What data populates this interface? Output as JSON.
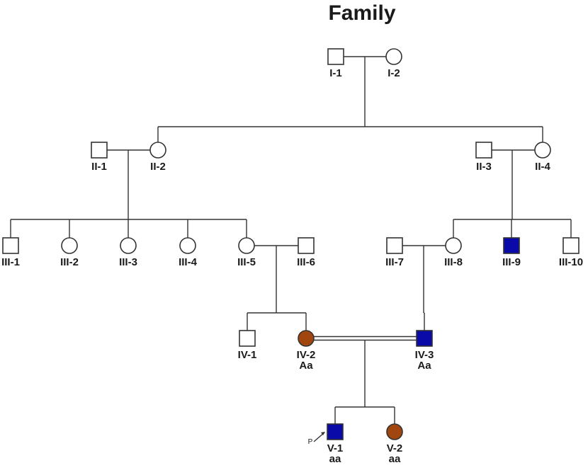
{
  "title": "Family",
  "colors": {
    "unaffected": "#ffffff",
    "affected_male": "#0a0aa8",
    "affected_female": "#a0460e",
    "line": "#333333"
  },
  "proband_marker": "P",
  "individuals": [
    {
      "id": "I-1",
      "sex": "male",
      "status": "unaffected"
    },
    {
      "id": "I-2",
      "sex": "female",
      "status": "unaffected"
    },
    {
      "id": "II-1",
      "sex": "male",
      "status": "unaffected"
    },
    {
      "id": "II-2",
      "sex": "female",
      "status": "unaffected"
    },
    {
      "id": "II-3",
      "sex": "male",
      "status": "unaffected"
    },
    {
      "id": "II-4",
      "sex": "female",
      "status": "unaffected"
    },
    {
      "id": "III-1",
      "sex": "male",
      "status": "unaffected"
    },
    {
      "id": "III-2",
      "sex": "female",
      "status": "unaffected"
    },
    {
      "id": "III-3",
      "sex": "female",
      "status": "unaffected"
    },
    {
      "id": "III-4",
      "sex": "female",
      "status": "unaffected"
    },
    {
      "id": "III-5",
      "sex": "female",
      "status": "unaffected"
    },
    {
      "id": "III-6",
      "sex": "male",
      "status": "unaffected"
    },
    {
      "id": "III-7",
      "sex": "male",
      "status": "unaffected"
    },
    {
      "id": "III-8",
      "sex": "female",
      "status": "unaffected"
    },
    {
      "id": "III-9",
      "sex": "male",
      "status": "affected"
    },
    {
      "id": "III-10",
      "sex": "male",
      "status": "unaffected"
    },
    {
      "id": "IV-1",
      "sex": "male",
      "status": "unaffected"
    },
    {
      "id": "IV-2",
      "sex": "female",
      "status": "affected",
      "genotype": "Aa"
    },
    {
      "id": "IV-3",
      "sex": "male",
      "status": "affected",
      "genotype": "Aa"
    },
    {
      "id": "V-1",
      "sex": "male",
      "status": "affected",
      "genotype": "aa",
      "proband": true
    },
    {
      "id": "V-2",
      "sex": "female",
      "status": "affected",
      "genotype": "aa"
    }
  ],
  "couples": [
    {
      "partners": [
        "I-1",
        "I-2"
      ],
      "consanguineous": false,
      "children": [
        "II-2",
        "II-4"
      ]
    },
    {
      "partners": [
        "II-1",
        "II-2"
      ],
      "consanguineous": false,
      "children": [
        "III-1",
        "III-2",
        "III-3",
        "III-4",
        "III-5"
      ]
    },
    {
      "partners": [
        "II-3",
        "II-4"
      ],
      "consanguineous": false,
      "children": [
        "III-8",
        "III-9",
        "III-10"
      ]
    },
    {
      "partners": [
        "III-5",
        "III-6"
      ],
      "consanguineous": false,
      "children": [
        "IV-1",
        "IV-2"
      ]
    },
    {
      "partners": [
        "III-7",
        "III-8"
      ],
      "consanguineous": false,
      "children": [
        "IV-3"
      ]
    },
    {
      "partners": [
        "IV-2",
        "IV-3"
      ],
      "consanguineous": true,
      "children": [
        "V-1",
        "V-2"
      ]
    }
  ]
}
